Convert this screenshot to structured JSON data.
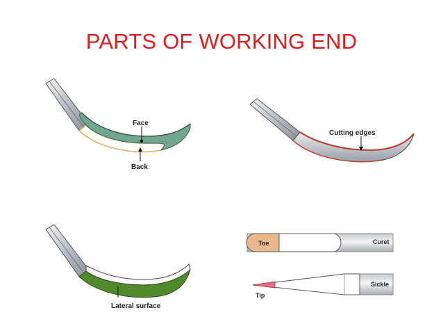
{
  "slide": {
    "title": "PARTS OF WORKING END"
  },
  "figures": {
    "face_back": {
      "face_label": "Face",
      "back_label": "Back"
    },
    "cutting_edges": {
      "label": "Cutting edges"
    },
    "lateral_surface": {
      "label": "Lateral surface"
    },
    "toe_tip": {
      "toe_label": "Toe",
      "curet_label": "Curet",
      "tip_label": "Tip",
      "sickle_label": "Sickle"
    }
  },
  "colors": {
    "title": "#e01b1b",
    "face_fill": "#6fa88e",
    "back_edge": "#d9b36a",
    "cutting_edge": "#c0392b",
    "lateral_fill": "#4f8a2d",
    "toe_fill": "#e8b98a",
    "tip_fill": "#e56a8a",
    "shank": "#b7bcc4"
  }
}
